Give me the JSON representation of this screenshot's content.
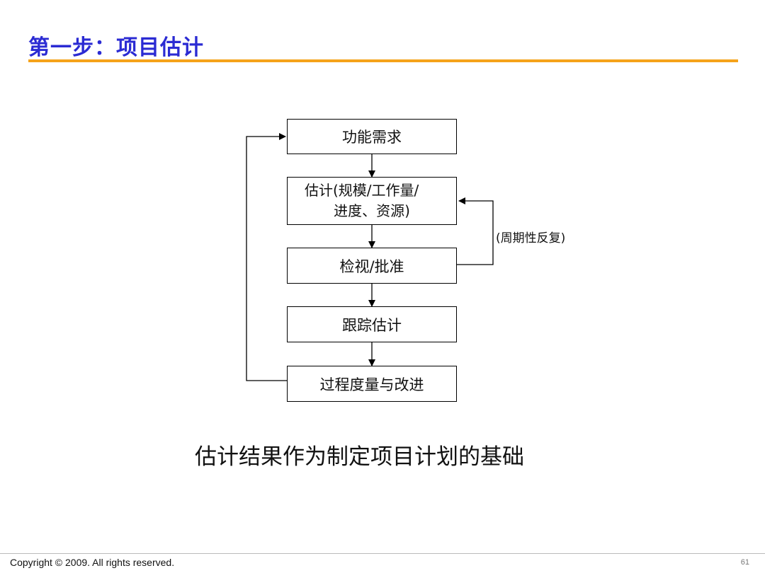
{
  "slide": {
    "title": "第一步：项目估计",
    "conclusion": "估计结果作为制定项目计划的基础"
  },
  "flow": {
    "steps": [
      {
        "label": "功能需求"
      },
      {
        "line1": "估计(规模/工作量/",
        "line2": "进度、资源)"
      },
      {
        "label": "检视/批准"
      },
      {
        "label": "跟踪估计"
      },
      {
        "label": "过程度量与改进"
      }
    ],
    "loop_label": "(周期性反复)"
  },
  "footer": {
    "copyright": "Copyright © 2009. All rights reserved.",
    "page_number": "61"
  },
  "colors": {
    "title": "#2b2bd3",
    "rule": "#f5a31a"
  }
}
